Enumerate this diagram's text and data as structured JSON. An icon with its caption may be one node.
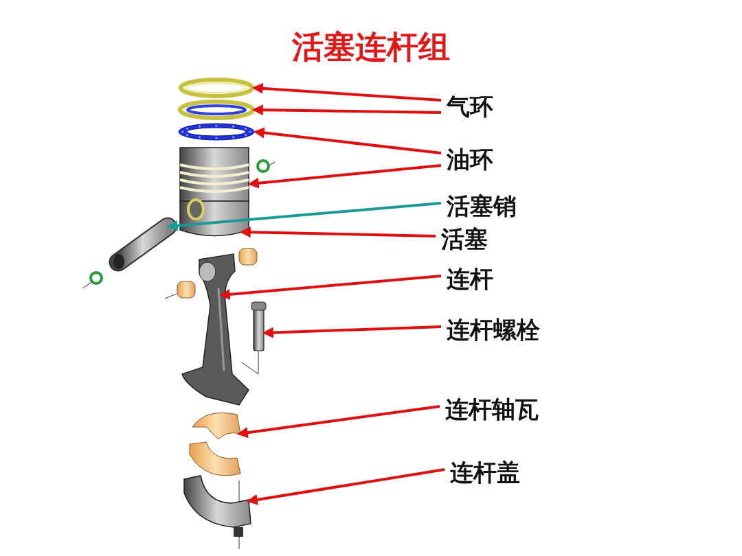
{
  "diagram": {
    "title": "活塞连杆组",
    "nodes": [
      {
        "text": [
          "气环"
        ]
      },
      {
        "text": [
          "油环"
        ]
      },
      {
        "text": [
          "活塞销"
        ]
      },
      {
        "text": [
          "活塞"
        ]
      },
      {
        "text": [
          "连杆"
        ]
      },
      {
        "text": [
          "连杆螺栓"
        ]
      },
      {
        "text": [
          "连杆轴瓦"
        ]
      },
      {
        "text": [
          "连杆盖"
        ]
      },
      {
        "text": [],
        "shape": "picture"
      },
      {
        "text": [],
        "shape": "picture"
      },
      {
        "text": [],
        "shape": "picture"
      },
      {
        "text": [],
        "shape": "picture"
      },
      {
        "text": [],
        "shape": "picture"
      },
      {
        "text": [],
        "shape": "picture"
      },
      {
        "text": [],
        "shape": "picture"
      },
      {
        "text": [],
        "shape": "picture"
      },
      {
        "text": [],
        "shape": "picture"
      },
      {
        "text": [],
        "shape": "picture"
      }
    ],
    "edges": [
      {
        "from": 0,
        "to": 8,
        "arrow": "to"
      },
      {
        "from": 0,
        "to": 9,
        "arrow": "to"
      },
      {
        "from": 1,
        "to": 10,
        "arrow": "to"
      },
      {
        "from": 1,
        "to": 11,
        "arrow": "to"
      },
      {
        "from": 2,
        "to": 12,
        "arrow": "to",
        "color": "#1a9a96"
      },
      {
        "from": 3,
        "to": 13,
        "arrow": "to"
      },
      {
        "from": 4,
        "to": 14,
        "arrow": "to"
      },
      {
        "from": 5,
        "to": 15,
        "arrow": "to"
      },
      {
        "from": 6,
        "to": 16,
        "arrow": "to"
      },
      {
        "from": 7,
        "to": 17,
        "arrow": "to"
      }
    ]
  }
}
